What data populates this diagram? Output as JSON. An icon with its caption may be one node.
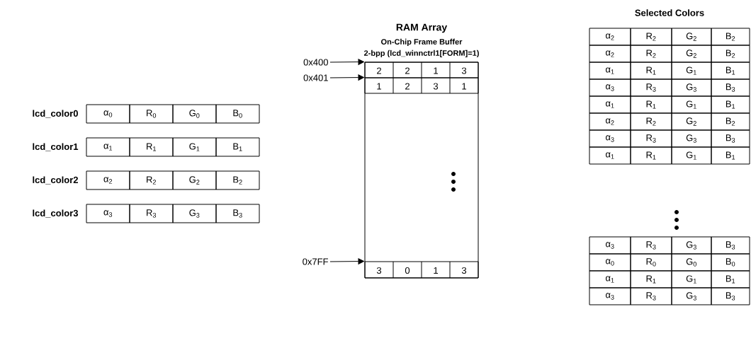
{
  "diagram": {
    "nodes": [
      {
        "text": [
          "0x400"
        ]
      },
      {
        "text": [
          "0x401"
        ]
      },
      {
        "text": [
          "0x7FF"
        ]
      },
      {
        "text": [
          "RAM Array",
          "On-Chip Frame Buffer",
          "2-bpp (lcd_winnctrl1[FORM]=1)"
        ]
      },
      {
        "text": [
          "2",
          "2",
          "1",
          "3"
        ],
        "in": 3
      },
      {
        "text": [
          "1",
          "2",
          "3",
          "1"
        ],
        "in": 3
      },
      {
        "text": [
          "3",
          "0",
          "1",
          "3"
        ],
        "in": 3
      }
    ],
    "edges": [
      {
        "from": 0,
        "to": 4,
        "arrow": "to"
      },
      {
        "from": 1,
        "to": 5,
        "arrow": "to"
      },
      {
        "from": 2,
        "to": 6,
        "arrow": "to"
      }
    ],
    "labels": [
      "lcd_color0",
      "α$_{0}$",
      "R$_{0}$",
      "G$_{0}$",
      "B$_{0}$",
      "lcd_color1",
      "α$_{1}$",
      "R$_{1}$",
      "G$_{1}$",
      "B$_{1}$",
      "lcd_color2",
      "α$_{2}$",
      "R$_{2}$",
      "G$_{2}$",
      "B$_{2}$",
      "lcd_color3",
      "α$_{3}$",
      "R$_{3}$",
      "G$_{3}$",
      "B$_{3}$",
      "Selected Colors",
      "α$_{2}$",
      "R$_{2}$",
      "G$_{2}$",
      "B$_{2}$",
      "α$_{2}$",
      "R$_{2}$",
      "G$_{2}$",
      "B$_{2}$",
      "α$_{1}$",
      "R$_{1}$",
      "G$_{1}$",
      "B$_{1}$",
      "α$_{3}$",
      "R$_{3}$",
      "G$_{3}$",
      "B$_{3}$",
      "α$_{1}$",
      "R$_{1}$",
      "G$_{1}$",
      "B$_{1}$",
      "α$_{2}$",
      "R$_{2}$",
      "G$_{2}$",
      "B$_{2}$",
      "α$_{3}$",
      "R$_{3}$",
      "G$_{3}$",
      "B$_{3}$",
      "α$_{1}$",
      "R$_{1}$",
      "G$_{1}$",
      "B$_{1}$",
      "α$_{3}$",
      "R$_{3}$",
      "G$_{3}$",
      "B$_{3}$",
      "α$_{0}$",
      "R$_{0}$",
      "G$_{0}$",
      "B$_{0}$",
      "α$_{1}$",
      "R$_{1}$",
      "G$_{1}$",
      "B$_{1}$",
      "α$_{3}$",
      "R$_{3}$",
      "G$_{3}$",
      "B$_{3}$"
    ]
  }
}
